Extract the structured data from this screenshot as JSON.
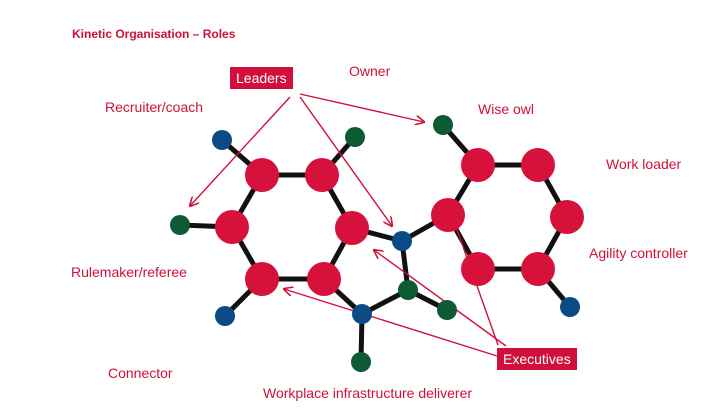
{
  "title": "Kinetic Organisation – Roles",
  "tags": {
    "leaders": "Leaders",
    "executives": "Executives"
  },
  "roles": {
    "owner": "Owner",
    "recruiter_coach": "Recruiter/coach",
    "wise_owl": "Wise owl",
    "work_loader": "Work loader",
    "agility_controller": "Agility controller",
    "rulemaker_referee": "Rulemaker/referee",
    "connector": "Connector",
    "workplace_infrastructure_deliverer": "Workplace infrastructure deliverer"
  },
  "colors": {
    "accent": "#d0103a",
    "node_red": "#d6123c",
    "node_blue": "#0c4a86",
    "node_green": "#0e5a34",
    "bond": "#111111"
  }
}
